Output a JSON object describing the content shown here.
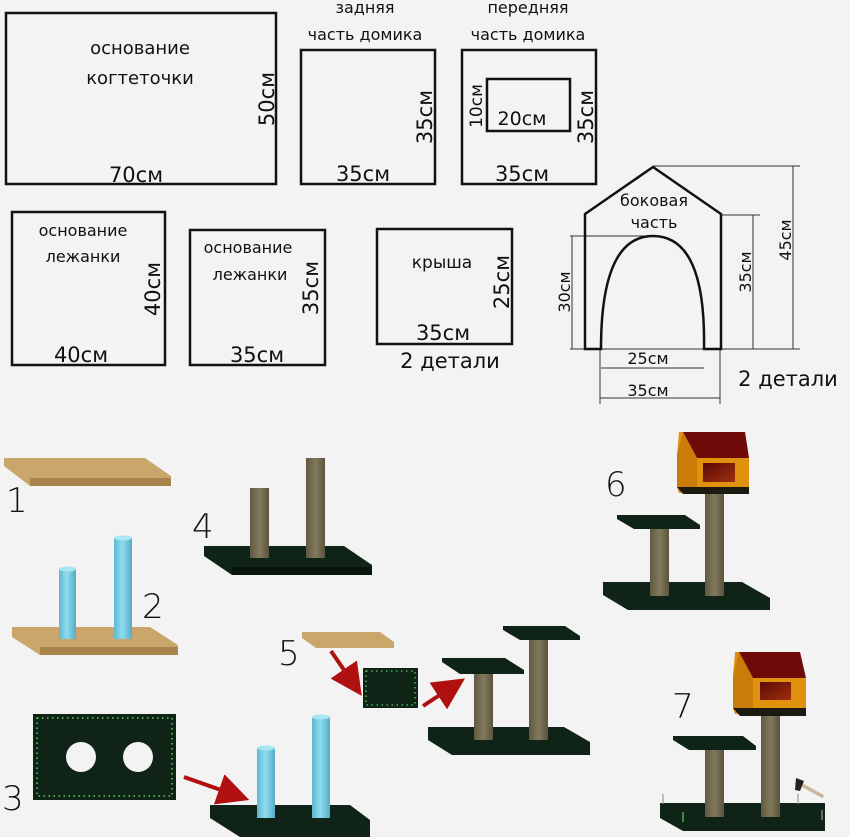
{
  "colors": {
    "background": "#f3f3f3",
    "line": "#111111",
    "wood": "#c9a66b",
    "wood_dark": "#a8844c",
    "post_blue": "#7fd0e6",
    "post_blue_dark": "#58b3cc",
    "carpet": "#0f2416",
    "carpet_edge": "#07150c",
    "sisal": "#7b7458",
    "sisal_dark": "#5e5842",
    "house_wall": "#e0920f",
    "house_roof": "#6e0a08",
    "arrow": "#b01010",
    "stitch": "#58d058"
  },
  "parts": {
    "scratcher_base": {
      "title_line1": "основание",
      "title_line2": "когтеточки",
      "width": "70см",
      "height": "50см"
    },
    "house_back": {
      "title_line1": "задняя",
      "title_line2": "часть домика",
      "width": "35см",
      "height": "35см"
    },
    "house_front": {
      "title_line1": "передняя",
      "title_line2": "часть домика",
      "width": "35см",
      "height": "35см",
      "hole_width": "20см",
      "hole_height": "10см"
    },
    "bed_base_large": {
      "title_line1": "основание",
      "title_line2": "лежанки",
      "width": "40см",
      "height": "40см"
    },
    "bed_base_small": {
      "title_line1": "основание",
      "title_line2": "лежанки",
      "width": "35см",
      "height": "35см"
    },
    "roof": {
      "title": "крыша",
      "width": "35см",
      "height": "25см",
      "count": "2 детали"
    },
    "side": {
      "title_line1": "боковая",
      "title_line2": "часть",
      "total_height": "45см",
      "wall_height": "35см",
      "arch_height": "30см",
      "arch_width": "25см",
      "width": "35см",
      "count": "2 детали"
    }
  },
  "steps": [
    {
      "number": "1"
    },
    {
      "number": "2"
    },
    {
      "number": "3"
    },
    {
      "number": "4"
    },
    {
      "number": "5"
    },
    {
      "number": "6"
    },
    {
      "number": "7"
    }
  ]
}
